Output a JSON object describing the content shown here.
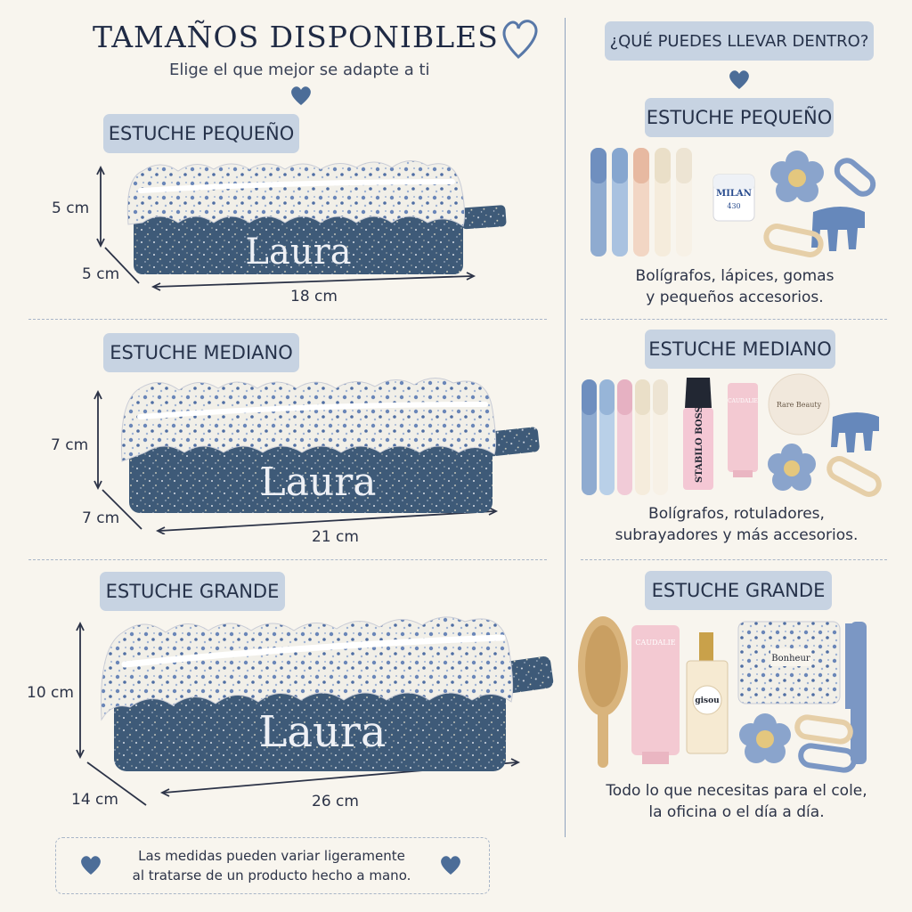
{
  "header": {
    "title": "TAMAÑOS DISPONIBLES",
    "subtitle": "Elige el que mejor se adapte a ti"
  },
  "right_header": "¿QUÉ PUEDES LLEVAR DENTRO?",
  "sizes": [
    {
      "label": "ESTUCHE PEQUEÑO",
      "height": "5 cm",
      "depth": "5 cm",
      "width": "18 cm",
      "name": "Laura"
    },
    {
      "label": "ESTUCHE MEDIANO",
      "height": "7 cm",
      "depth": "7 cm",
      "width": "21 cm",
      "name": "Laura"
    },
    {
      "label": "ESTUCHE GRANDE",
      "height": "10 cm",
      "depth": "14 cm",
      "width": "26 cm",
      "name": "Laura"
    }
  ],
  "contents": [
    {
      "label": "ESTUCHE PEQUEÑO",
      "caption_1": "Bolígrafos, lápices, gomas",
      "caption_2": "y pequeños accesorios.",
      "eraser_brand": "MILAN",
      "eraser_model": "430"
    },
    {
      "label": "ESTUCHE MEDIANO",
      "caption_1": "Bolígrafos, rotuladores,",
      "caption_2": "subrayadores y más accesorios.",
      "highlighter_brand": "STABILO BOSS",
      "compact_brand": "Rare Beauty",
      "tube_brand": "CAUDALIE"
    },
    {
      "label": "ESTUCHE GRANDE",
      "caption_1": "Todo lo que necesitas para el cole,",
      "caption_2": "la oficina o el día a día.",
      "tube_brand": "CAUDALIE",
      "perfume_brand": "gisou",
      "pouch_brand": "Bonheur"
    }
  ],
  "note": {
    "line_1": "Las medidas pueden variar ligeramente",
    "line_2": "al tratarse de un producto hecho a mano."
  },
  "colors": {
    "background": "#f8f5ee",
    "pill": "#c7d3e2",
    "fabric_blue": "#3e5a78",
    "ruffle": "#eef0f5",
    "accent_heart": "#4c6d98"
  },
  "icons": [
    "heart-outline-icon",
    "heart-icon"
  ]
}
